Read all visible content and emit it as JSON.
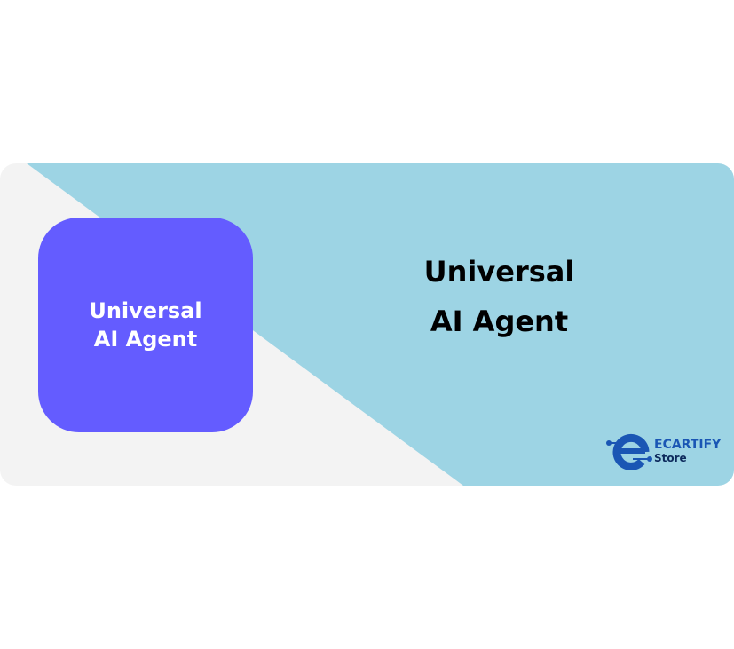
{
  "tile": {
    "line1": "Universal",
    "line2": "AI Agent"
  },
  "title": {
    "line1": "Universal",
    "line2": "AI Agent"
  },
  "logo": {
    "name": "ECARTIFY",
    "sub": "Store"
  },
  "colors": {
    "background": "#f3f3f3",
    "accent": "#9dd4e4",
    "tile": "#645cff",
    "logo": "#1a56b4"
  }
}
